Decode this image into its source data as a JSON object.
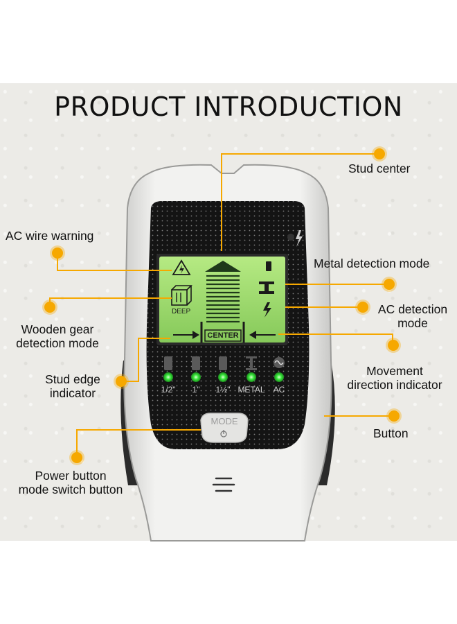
{
  "title": "PRODUCT INTRODUCTION",
  "callouts": {
    "stud_center": "Stud center",
    "ac_wire_warning": "AC wire warning",
    "metal_mode": "Metal detection mode",
    "ac_mode_line1": "AC detection",
    "ac_mode_line2": "mode",
    "wooden_line1": "Wooden gear",
    "wooden_line2": "detection mode",
    "stud_edge_line1": "Stud edge",
    "stud_edge_line2": "indicator",
    "movement_line1": "Movement",
    "movement_line2": "direction indicator",
    "button": "Button",
    "power_line1": "Power button",
    "power_line2": "mode switch button"
  },
  "screen": {
    "deep": "DEEP",
    "center": "CENTER"
  },
  "indicators": [
    {
      "label": "1/2\""
    },
    {
      "label": "1\""
    },
    {
      "label": "1½\""
    },
    {
      "label": "METAL"
    },
    {
      "label": "AC"
    }
  ],
  "mode_button": "MODE",
  "colors": {
    "accent": "#f6a800",
    "lcd": "#9ad86a",
    "led": "#35e03a",
    "body": "#e6e6e4",
    "face": "#111111"
  }
}
